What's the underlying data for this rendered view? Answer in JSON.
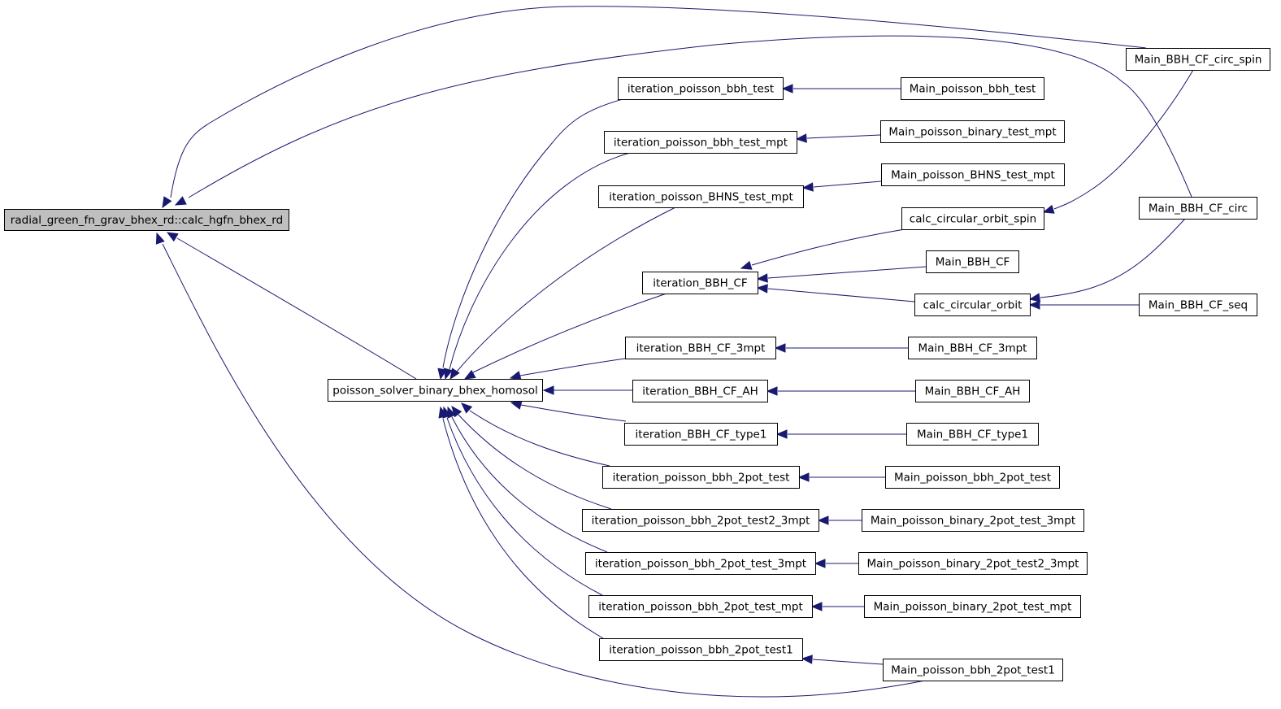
{
  "graph": {
    "colors": {
      "edge": "#191970",
      "root_fill": "#bfbfbf",
      "node_fill": "#ffffff",
      "node_border": "#000000"
    },
    "nodes": {
      "root": "radial_green_fn_grav_bhex_rd::calc_hgfn_bhex_rd",
      "solver": "poisson_solver_binary_bhex_homosol",
      "it_bbh_test": "iteration_poisson_bbh_test",
      "it_bbh_test_mpt": "iteration_poisson_bbh_test_mpt",
      "it_bhns_test_mpt": "iteration_poisson_BHNS_test_mpt",
      "it_bbh_cf": "iteration_BBH_CF",
      "it_bbh_cf_3mpt": "iteration_BBH_CF_3mpt",
      "it_bbh_cf_ah": "iteration_BBH_CF_AH",
      "it_bbh_cf_type1": "iteration_BBH_CF_type1",
      "it_2pot_test": "iteration_poisson_bbh_2pot_test",
      "it_2pot_test2_3mpt": "iteration_poisson_bbh_2pot_test2_3mpt",
      "it_2pot_test_3mpt": "iteration_poisson_bbh_2pot_test_3mpt",
      "it_2pot_test_mpt": "iteration_poisson_bbh_2pot_test_mpt",
      "it_2pot_test1": "iteration_poisson_bbh_2pot_test1",
      "main_bbh_test": "Main_poisson_bbh_test",
      "main_binary_test_mpt": "Main_poisson_binary_test_mpt",
      "main_bhns_test_mpt": "Main_poisson_BHNS_test_mpt",
      "calc_orbit_spin": "calc_circular_orbit_spin",
      "main_bbh_cf": "Main_BBH_CF",
      "calc_orbit": "calc_circular_orbit",
      "main_bbh_cf_3mpt": "Main_BBH_CF_3mpt",
      "main_bbh_cf_ah": "Main_BBH_CF_AH",
      "main_bbh_cf_type1": "Main_BBH_CF_type1",
      "main_2pot_test": "Main_poisson_bbh_2pot_test",
      "main_binary_2pot_test_3mpt": "Main_poisson_binary_2pot_test_3mpt",
      "main_binary_2pot_test2_3mpt": "Main_poisson_binary_2pot_test2_3mpt",
      "main_binary_2pot_test_mpt": "Main_poisson_binary_2pot_test_mpt",
      "main_2pot_test1": "Main_poisson_bbh_2pot_test1",
      "main_cf_circ_spin": "Main_BBH_CF_circ_spin",
      "main_cf_circ": "Main_BBH_CF_circ",
      "main_cf_seq": "Main_BBH_CF_seq"
    },
    "edges": [
      [
        "solver",
        "root"
      ],
      [
        "main_2pot_test1",
        "root"
      ],
      [
        "main_cf_circ_spin",
        "root"
      ],
      [
        "main_cf_circ",
        "root"
      ],
      [
        "it_bbh_test",
        "solver"
      ],
      [
        "it_bbh_test_mpt",
        "solver"
      ],
      [
        "it_bhns_test_mpt",
        "solver"
      ],
      [
        "it_bbh_cf",
        "solver"
      ],
      [
        "it_bbh_cf_3mpt",
        "solver"
      ],
      [
        "it_bbh_cf_ah",
        "solver"
      ],
      [
        "it_bbh_cf_type1",
        "solver"
      ],
      [
        "it_2pot_test",
        "solver"
      ],
      [
        "it_2pot_test2_3mpt",
        "solver"
      ],
      [
        "it_2pot_test_3mpt",
        "solver"
      ],
      [
        "it_2pot_test_mpt",
        "solver"
      ],
      [
        "it_2pot_test1",
        "solver"
      ],
      [
        "main_bbh_test",
        "it_bbh_test"
      ],
      [
        "main_binary_test_mpt",
        "it_bbh_test_mpt"
      ],
      [
        "main_bhns_test_mpt",
        "it_bhns_test_mpt"
      ],
      [
        "calc_orbit_spin",
        "it_bbh_cf"
      ],
      [
        "main_bbh_cf",
        "it_bbh_cf"
      ],
      [
        "calc_orbit",
        "it_bbh_cf"
      ],
      [
        "main_bbh_cf_3mpt",
        "it_bbh_cf_3mpt"
      ],
      [
        "main_bbh_cf_ah",
        "it_bbh_cf_ah"
      ],
      [
        "main_bbh_cf_type1",
        "it_bbh_cf_type1"
      ],
      [
        "main_2pot_test",
        "it_2pot_test"
      ],
      [
        "main_binary_2pot_test_3mpt",
        "it_2pot_test2_3mpt"
      ],
      [
        "main_binary_2pot_test2_3mpt",
        "it_2pot_test_3mpt"
      ],
      [
        "main_binary_2pot_test_mpt",
        "it_2pot_test_mpt"
      ],
      [
        "main_2pot_test1",
        "it_2pot_test1"
      ],
      [
        "main_cf_circ_spin",
        "calc_orbit_spin"
      ],
      [
        "main_cf_circ",
        "calc_orbit"
      ],
      [
        "main_cf_seq",
        "calc_orbit"
      ]
    ]
  }
}
